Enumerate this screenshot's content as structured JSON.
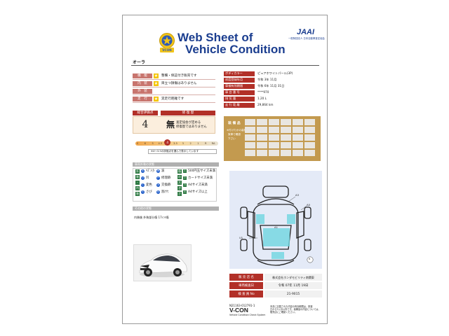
{
  "header": {
    "title_line1": "Web Sheet of",
    "title_line2": "Vehicle Condition",
    "logo_vcon_text": "VCON",
    "logo_jaai": "JAAI",
    "jaai_sub": "一般財団法人 日本自動車査定協会"
  },
  "vehicle_name": "オーラ",
  "ratings": [
    {
      "label": "機　能",
      "text": "整備・保証付き販売です"
    },
    {
      "label": "内　装",
      "text": "目立つ損傷はありません"
    },
    {
      "label": "外　装",
      "text": ""
    },
    {
      "label": "走　行",
      "text": "実走行距離です"
    }
  ],
  "specs": [
    {
      "key": "ボディカラー",
      "value": "ピュアホワイトパール(3P)"
    },
    {
      "key": "初度登録年月",
      "value": "令和 3年 11月"
    },
    {
      "key": "車検有効期限",
      "value": "令和 6年 11月 31日"
    },
    {
      "key": "車 台 番 号",
      "value": "****970"
    },
    {
      "key": "排 気 量",
      "value": "1.20 L"
    },
    {
      "key": "走 行 距 離",
      "value": "29,864 km"
    }
  ],
  "score": {
    "overall_label": "総合評価点",
    "repair_label": "修 復 歴",
    "overall_value": "4",
    "repair_value": "無",
    "repair_note_1": "査定協会が定める",
    "repair_note_2": "修復歴ではありません",
    "scale": [
      "S",
      "6",
      "5",
      "4.5",
      "4",
      "3.5",
      "3",
      "2",
      "1",
      "R",
      "RA"
    ],
    "selected_index": 4,
    "scale_note": "※4～3.5の評価点を選んで表示しています"
  },
  "equipment": {
    "label": "装 備 品",
    "note_1": "※付けたかの装備品は",
    "note_2": "実車で確認",
    "note_3": "下さい",
    "cells": [
      "",
      "",
      "",
      "",
      "",
      "",
      "",
      "",
      "",
      "",
      "",
      "",
      "",
      "",
      "",
      "",
      "",
      "",
      "",
      "",
      "",
      "",
      "",
      "",
      "",
      "",
      "",
      "",
      "",
      ""
    ]
  },
  "interior": {
    "section_title": "車両外装の状態",
    "group1": [
      "外",
      "装",
      "・",
      "内",
      "装"
    ],
    "items_a": [
      {
        "code": "A",
        "text": "ｷｽﾞ/小"
      },
      {
        "code": "U",
        "text": "凹"
      },
      {
        "code": "C",
        "text": "変色"
      },
      {
        "code": "S",
        "text": "さび"
      }
    ],
    "items_b": [
      {
        "code": "W",
        "text": "波"
      },
      {
        "code": "P",
        "text": "修理跡"
      },
      {
        "code": "X",
        "text": "交換跡"
      },
      {
        "code": "B",
        "text": "割/穴"
      }
    ],
    "group2": [
      "傷",
      "の",
      "大",
      "き",
      "さ"
    ],
    "sizes": [
      {
        "code": "1",
        "text": "500円玉サイズ未満"
      },
      {
        "code": "2",
        "text": "カードサイズ未満"
      },
      {
        "code": "3",
        "text": "A4サイズ未満"
      },
      {
        "code": "4",
        "text": "A4サイズ以上"
      }
    ]
  },
  "other": {
    "section_title": "その他の状態",
    "note": "内装後 外装部分傷 17ｲﾝﾁ傷"
  },
  "diagram": {
    "labels": {
      "a3": "A3",
      "a0": "A0",
      "a1": "A1",
      "u1": "U1",
      "k": "K"
    }
  },
  "dealer": {
    "shop_label": "販 売 店 名",
    "shop_value": "株式会社ホンダモビリティ南関東",
    "date_label": "車両検査日",
    "date_value": "令和 07年 11月 19日",
    "inspector_label": "検 査 員 No",
    "inspector_value": "21-9015"
  },
  "footer": {
    "serial": "N21163-012791-1",
    "brand": "V-CON",
    "sub": "Vehicle Condition Check System",
    "note_1": "本書に記載された内容の有効期限は、検査",
    "note_2": "日から3ヶ月以内です。装備品の内容については、",
    "note_3": "販売店にご確認ください。"
  },
  "colors": {
    "title_blue": "#1a3d8f",
    "accent_red": "#b23028",
    "label_pink": "#c8756e",
    "star_yellow": "#f4c400",
    "score_bg": "#fbeedd",
    "gold": "#c39a4f",
    "diagram_bg": "#e4eaf7",
    "diagram_cyan": "#6fd6e0",
    "legend_green": "#2f7a44",
    "legend_blue": "#1e5bc8"
  }
}
